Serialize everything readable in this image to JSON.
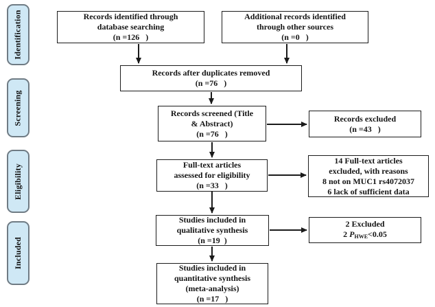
{
  "figure": {
    "type": "prisma-flow-diagram",
    "background_color": "#ffffff",
    "stage_fill_color": "#cfe8f5",
    "stage_border_color": "#6f7b84",
    "box_border_color": "#1a1a1a"
  },
  "stages": [
    {
      "label": "Identification"
    },
    {
      "label": "Screening"
    },
    {
      "label": "Eligibility"
    },
    {
      "label": "Included"
    }
  ],
  "boxes": {
    "identified": {
      "text": "Records identified through\ndatabase searching\n(n =126   )",
      "n": 126
    },
    "additional": {
      "text": "Additional records identified\nthrough other sources\n(n =0   )",
      "n": 0
    },
    "duplicates_removed": {
      "text": "Records after duplicates removed\n(n =76   )",
      "n": 76
    },
    "screened": {
      "text": "Records screened (Title\n& Abstract)\n(n =76   )",
      "n": 76
    },
    "records_excluded": {
      "text": "Records excluded\n(n =43   )",
      "n": 43
    },
    "fulltext": {
      "text": "Full-text articles\nassessed for eligibility\n(n =33   )",
      "n": 33
    },
    "fulltext_excluded": {
      "text": "14 Full-text articles\nexcluded, with reasons\n8 not on MUC1 rs4072037\n6 lack of sufficient data",
      "n": 14
    },
    "qualitative": {
      "text": "Studies included in\nqualitative synthesis\n(n =19  )",
      "n": 19
    },
    "hwe_excluded": {
      "line1": "2 Excluded",
      "line2_prefix": "2 ",
      "line2_symbol": "P",
      "line2_sub": "HWE",
      "line2_rest": "<0.05",
      "n": 2
    },
    "quantitative": {
      "text": "Studies included in\nquantitative synthesis\n(meta-analysis)\n(n =17   )",
      "n": 17
    }
  }
}
